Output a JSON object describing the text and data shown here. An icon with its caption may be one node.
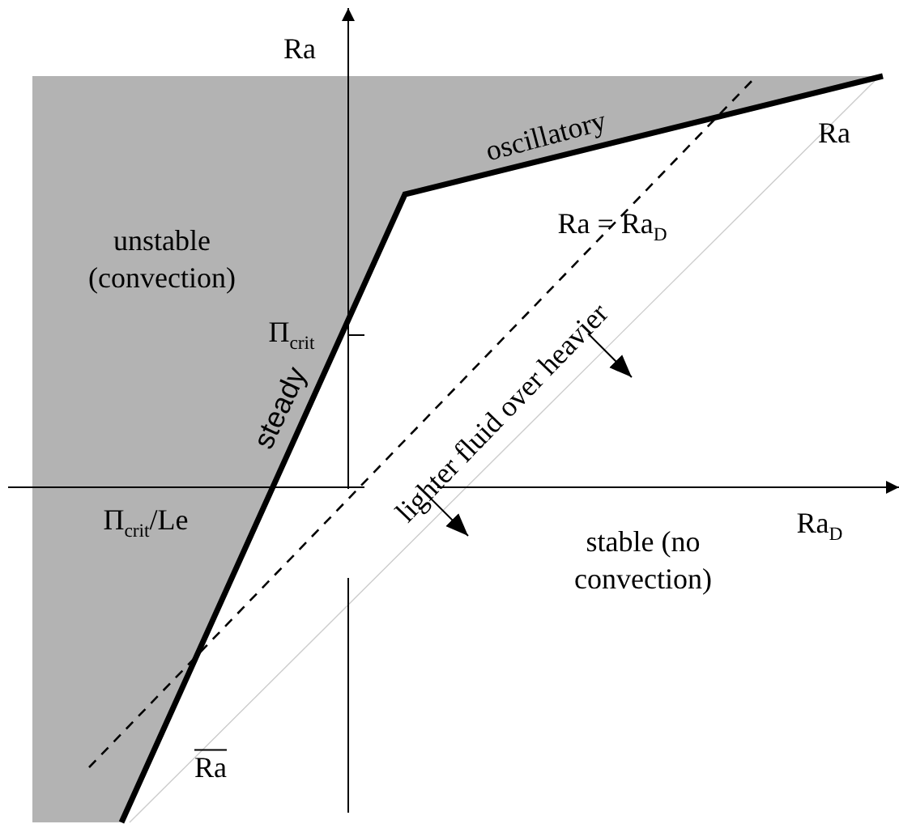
{
  "diagram": {
    "labels": [
      "Ra",
      "oscillatory",
      "Ra",
      "unstable (convection)",
      "Ra = Ra$_{D}$",
      "Π$_{crit}$",
      "steady",
      "lighter fluid over heavier",
      "Π$_{crit}$/Le",
      "Ra$_{D}$",
      "stable (no convection)",
      "Ra"
    ]
  }
}
